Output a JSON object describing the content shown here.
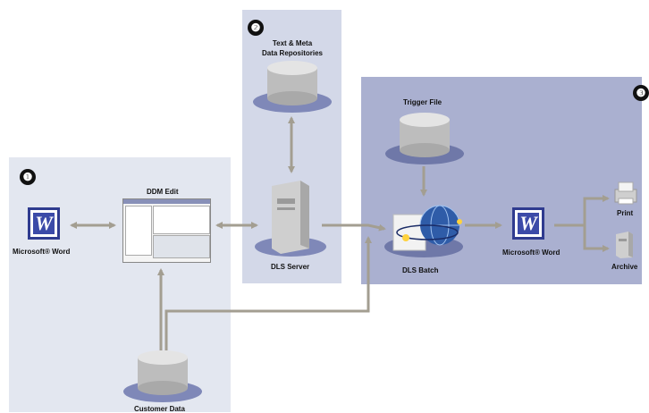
{
  "sections": {
    "badge_1": "❶",
    "badge_2": "❷",
    "badge_3": "❸"
  },
  "nodes": {
    "word_left": {
      "icon": "W",
      "label": "Microsoft® Word"
    },
    "ddm_edit": {
      "label": "DDM Edit"
    },
    "repositories": {
      "label_line1": "Text & Meta",
      "label_line2": "Data Repositories"
    },
    "dls_server": {
      "label": "DLS Server"
    },
    "trigger_file": {
      "label": "Trigger File"
    },
    "dls_batch": {
      "label": "DLS Batch"
    },
    "word_right": {
      "icon": "W",
      "label": "Microsoft® Word"
    },
    "print": {
      "label": "Print"
    },
    "archive": {
      "label": "Archive"
    },
    "customer_data": {
      "label": "Customer Data"
    }
  },
  "colors": {
    "panel_1": "#e3e7f0",
    "panel_2": "#d3d8e8",
    "panel_3": "#aab0d0",
    "arrow": "#a39e91",
    "word_blue": "#3b4aa8"
  }
}
